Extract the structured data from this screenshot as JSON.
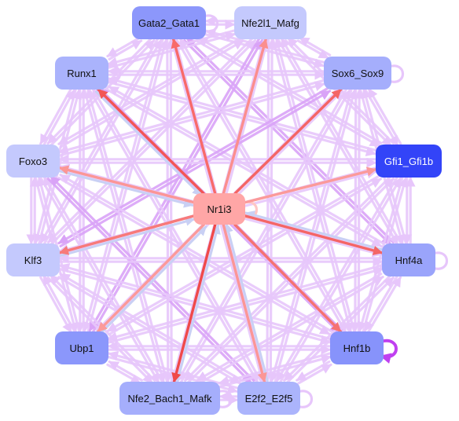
{
  "nodes": [
    {
      "id": "nr1i3",
      "label": "Nr1i3",
      "color": "#ffa6a6",
      "dark": false
    },
    {
      "id": "gata2",
      "label": "Gata2_Gata1",
      "color": "#8c97fb",
      "dark": false
    },
    {
      "id": "nfe2l1",
      "label": "Nfe2l1_Mafg",
      "color": "#c4c9fd",
      "dark": false
    },
    {
      "id": "runx1",
      "label": "Runx1",
      "color": "#aab3fc",
      "dark": false
    },
    {
      "id": "sox6",
      "label": "Sox6_Sox9",
      "color": "#a5aefc",
      "dark": false
    },
    {
      "id": "foxo3",
      "label": "Foxo3",
      "color": "#c4c9fd",
      "dark": false
    },
    {
      "id": "gfi1",
      "label": "Gfi1_Gfi1b",
      "color": "#3344f8",
      "dark": true
    },
    {
      "id": "klf3",
      "label": "Klf3",
      "color": "#c4c9fd",
      "dark": false
    },
    {
      "id": "hnf4a",
      "label": "Hnf4a",
      "color": "#9aa4fb",
      "dark": false
    },
    {
      "id": "ubp1",
      "label": "Ubp1",
      "color": "#8b97fb",
      "dark": false
    },
    {
      "id": "hnf1b",
      "label": "Hnf1b",
      "color": "#8793fb",
      "dark": false
    },
    {
      "id": "nfe2",
      "label": "Nfe2_Bach1_Mafk",
      "color": "#a5aefc",
      "dark": false
    },
    {
      "id": "e2f2",
      "label": "E2f2_E2f5",
      "color": "#abb4fc",
      "dark": false
    }
  ],
  "edges_from_center": [
    {
      "to": "gata2",
      "color": "#f86a6a"
    },
    {
      "to": "nfe2l1",
      "color": "#fb8e8e"
    },
    {
      "to": "runx1",
      "color": "#f25656"
    },
    {
      "to": "sox6",
      "color": "#f46666"
    },
    {
      "to": "foxo3",
      "color": "#fb9696"
    },
    {
      "to": "gfi1",
      "color": "#fb9a9a"
    },
    {
      "to": "klf3",
      "color": "#f77a7a"
    },
    {
      "to": "hnf4a",
      "color": "#f46666"
    },
    {
      "to": "ubp1",
      "color": "#fb9a9a"
    },
    {
      "to": "hnf1b",
      "color": "#f57272"
    },
    {
      "to": "nfe2",
      "color": "#ef4a4a"
    },
    {
      "to": "e2f2",
      "color": "#fb9696"
    }
  ],
  "edges_to_center": [
    {
      "from": "foxo3",
      "color": "#c9d0f4"
    },
    {
      "from": "klf3",
      "color": "#c9d0f4"
    },
    {
      "from": "ubp1",
      "color": "#c9d0f4"
    },
    {
      "from": "nfe2",
      "color": "#c9d0f4"
    },
    {
      "from": "e2f2",
      "color": "#c9d0f4"
    },
    {
      "from": "hnf4a",
      "color": "#c9d0f4"
    },
    {
      "from": "runx1",
      "color": "#c9d0f4"
    }
  ],
  "edge_colors": {
    "background": "#e7c6fb",
    "background_strong": "#d9a3f7",
    "self_loop": "#e7c6fb",
    "self_loop_strong": "#c040f0",
    "center_self_loop": "#ffc6c6"
  },
  "self_loops": [
    {
      "node": "gata2",
      "strong": false
    },
    {
      "node": "runx1",
      "strong": false
    },
    {
      "node": "sox6",
      "strong": false
    },
    {
      "node": "hnf4a",
      "strong": false
    },
    {
      "node": "hnf1b",
      "strong": true
    },
    {
      "node": "nfe2",
      "strong": false
    },
    {
      "node": "e2f2",
      "strong": false
    },
    {
      "node": "nr1i3",
      "strong": false
    }
  ]
}
